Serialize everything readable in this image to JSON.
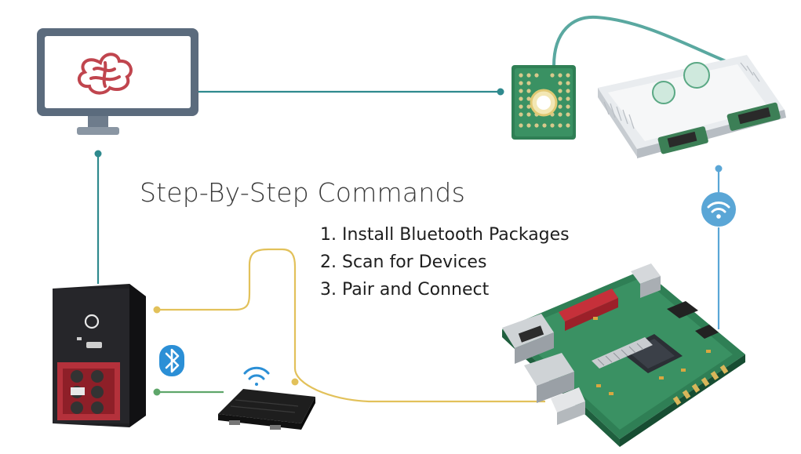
{
  "diagram": {
    "title": "Step-By-Step Commands",
    "steps": [
      "1. Install Bluetooth Packages",
      "2.  Scan for Devices",
      "3. Pair and Connect"
    ]
  },
  "colors": {
    "teal_link": "#2f8a8e",
    "yellow_link": "#e2c15a",
    "blue_link": "#5aa6d6",
    "green_link": "#5ea66a",
    "bluetooth_badge": "#2b8fd6",
    "monitor_frame": "#5b6b7d",
    "brain_logo": "#c0454e",
    "pcb_green": "#2f7f55",
    "tower_red": "#b4313b"
  },
  "icons": [
    "monitor-icon",
    "brain-logo-icon",
    "bluetooth-icon",
    "wifi-icon",
    "wifi-icon",
    "router-icon",
    "server-tower-icon",
    "circuit-board-icon",
    "sensor-board-icon",
    "storage-module-icon"
  ]
}
